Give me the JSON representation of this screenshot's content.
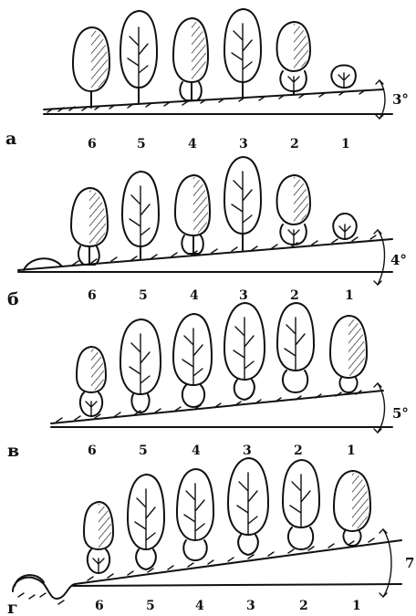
{
  "panels": [
    {
      "letter": "а",
      "angle": "3°",
      "numbers": [
        "6",
        "5",
        "4",
        "3",
        "2",
        "1"
      ]
    },
    {
      "letter": "б",
      "angle": "4°",
      "numbers": [
        "6",
        "5",
        "4",
        "3",
        "2",
        "1"
      ]
    },
    {
      "letter": "в",
      "angle": "5°",
      "numbers": [
        "6",
        "5",
        "4",
        "3",
        "2",
        "1"
      ]
    },
    {
      "letter": "г",
      "angle": "7",
      "numbers": [
        "6",
        "5",
        "4",
        "3",
        "2",
        "1"
      ]
    }
  ],
  "tree_crown_shading": {
    "a": [
      "shaded",
      "open",
      "shaded",
      "open",
      "shaded",
      "open"
    ],
    "b": [
      "shaded",
      "open",
      "shaded",
      "open",
      "shaded",
      "open"
    ],
    "v": [
      "shaded",
      "open",
      "open",
      "open",
      "open",
      "shaded"
    ],
    "g": [
      "shaded",
      "open",
      "open",
      "open",
      "open",
      "shaded"
    ]
  }
}
